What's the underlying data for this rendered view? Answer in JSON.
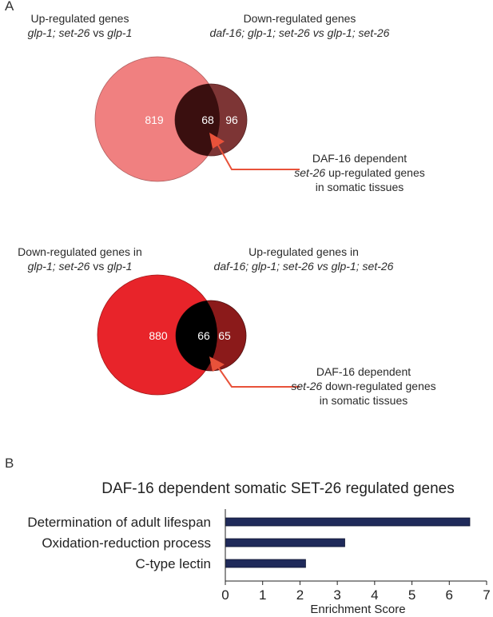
{
  "panels": {
    "a": "A",
    "b": "B"
  },
  "venn_top": {
    "left_title_line1": "Up-regulated genes",
    "left_title_line2_a": "glp-1; set-26",
    "left_title_line2_b": " vs ",
    "left_title_line2_c": "glp-1",
    "right_title_line1": "Down-regulated genes",
    "right_title_line2": "daf-16; glp-1; set-26 vs glp-1; set-26",
    "left_only": "819",
    "overlap": "68",
    "right_only": "96",
    "callout_line1": "DAF-16 dependent",
    "callout_line2_a": "set-26",
    "callout_line2_b": " up-regulated genes",
    "callout_line3": "in somatic tissues",
    "colors": {
      "left": "#f08080",
      "right": "#7d3535",
      "overlap": "#3a0f0f",
      "arrow": "#e8523a"
    }
  },
  "venn_bottom": {
    "left_title_line1": "Down-regulated genes in",
    "left_title_line2_a": "glp-1; set-26",
    "left_title_line2_b": " vs ",
    "left_title_line2_c": "glp-1",
    "right_title_line1": "Up-regulated genes in",
    "right_title_line2": "daf-16; glp-1; set-26 vs glp-1; set-26",
    "left_only": "880",
    "overlap": "66",
    "right_only": "65",
    "callout_line1": "DAF-16 dependent",
    "callout_line2_a": "set-26",
    "callout_line2_b": " down-regulated genes",
    "callout_line3": "in somatic tissues",
    "colors": {
      "left": "#e8242a",
      "right": "#8b1a1a",
      "overlap": "#000000",
      "arrow": "#e8523a"
    }
  },
  "chart_data": {
    "type": "bar",
    "orientation": "horizontal",
    "title": "DAF-16 dependent somatic SET-26 regulated genes",
    "xlabel": "Enrichment Score",
    "ylabel": "",
    "categories": [
      "Determination of adult lifespan",
      "Oxidation-reduction process",
      "C-type lectin"
    ],
    "values": [
      6.55,
      3.2,
      2.15
    ],
    "xlim": [
      0,
      7
    ],
    "xticks": [
      0,
      1,
      2,
      3,
      4,
      5,
      6,
      7
    ],
    "grid": false,
    "bar_color": "#1f2a5a"
  }
}
